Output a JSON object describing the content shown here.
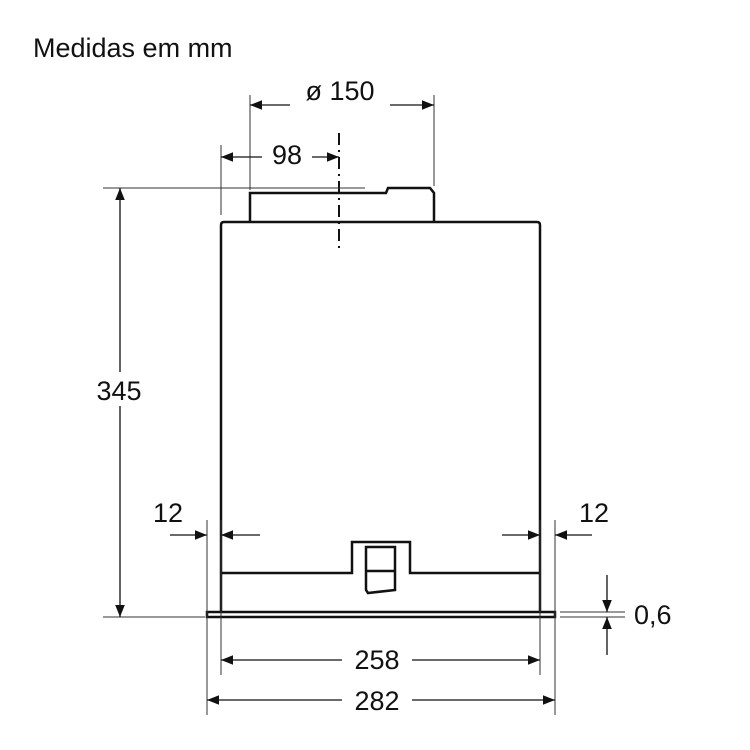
{
  "title": "Medidas em mm",
  "dimensions": {
    "diameter": "ø 150",
    "offset": "98",
    "height": "345",
    "margin_left": "12",
    "margin_right": "12",
    "plate_thickness": "0,6",
    "inner_width": "258",
    "outer_width": "282"
  }
}
